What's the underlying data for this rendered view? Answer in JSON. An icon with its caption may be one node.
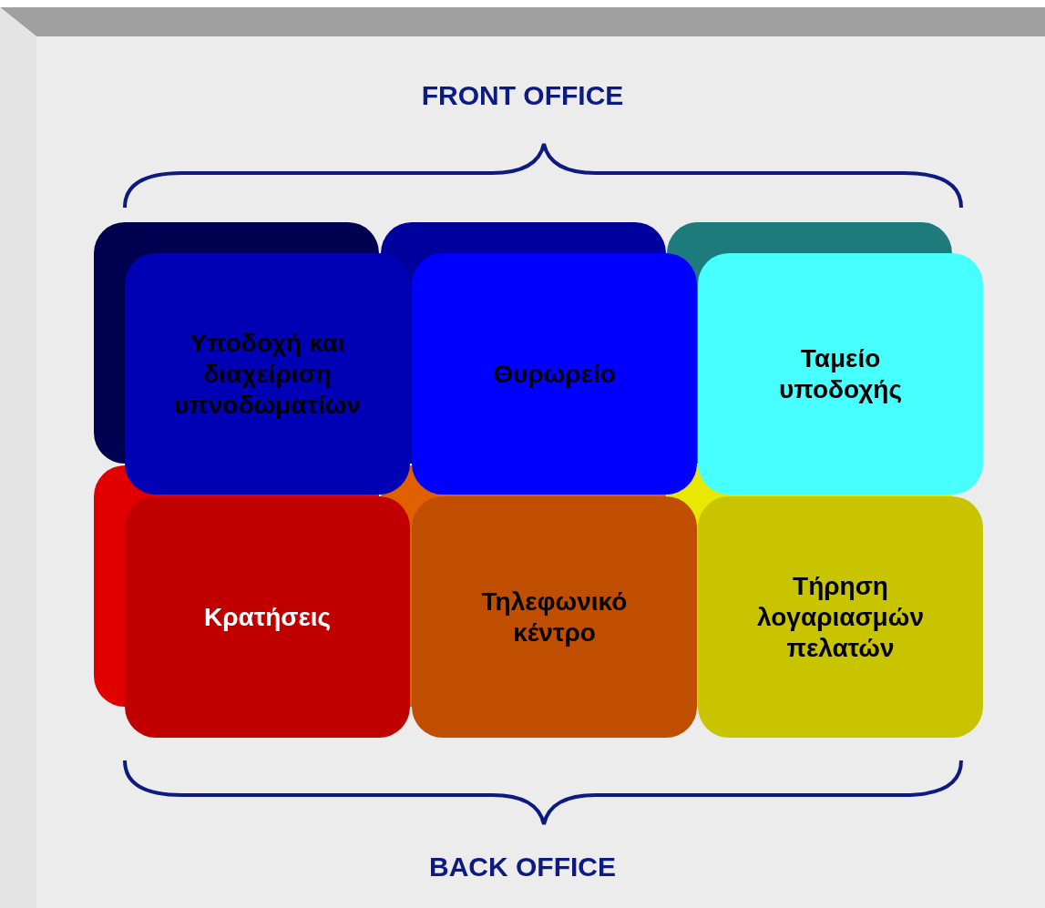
{
  "diagram": {
    "nodes": [
      {
        "text": [
          "Υποδοχή και διαχείριση υπνοδωματίων"
        ]
      },
      {
        "text": [
          "Θυρωρείο"
        ]
      },
      {
        "text": [
          "Ταμείο υποδοχής"
        ]
      },
      {
        "text": [
          "Κρατήσεις"
        ]
      },
      {
        "text": [
          "Τηλεφωνικό κέντρο"
        ]
      },
      {
        "text": [
          "Τήρηση λογαριασμών πελατών"
        ]
      }
    ],
    "edges": [],
    "labels": [
      "FRONT OFFICE",
      "BACK OFFICE"
    ]
  }
}
